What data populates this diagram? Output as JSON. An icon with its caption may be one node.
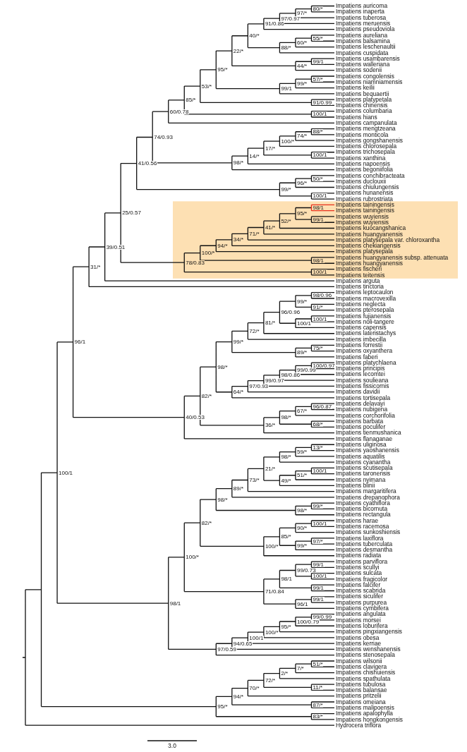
{
  "diagram": {
    "labels": [
      "Impatiens auricoma",
      "Impatiens inaperta",
      "Impatiens tuberosa",
      "Impatiens meruensis",
      "Impatiens pseudoviola",
      "Impatiens aureliana",
      "Impatiens balsamina",
      "Impatiens leschenaultii",
      "Impatiens cuspidata",
      "Impatiens usambarensis",
      "Impatiens walleriana",
      "Impatiens sodenii",
      "Impatiens congolensis",
      "Impatiens niamniamensis",
      "Impatiens keilii",
      "Impatiens bequaertii",
      "Impatiens platypetala",
      "Impatiens chinensis",
      "Impatiens columbaria",
      "Impatiens hians",
      "Impatiens campanulata",
      "Impatiens mengtzeana",
      "Impatiens monticola",
      "Impatiens gongshanensis",
      "Impatiens chlorosepala",
      "Impatiens trichosepala",
      "Impatiens xanthina",
      "Impatiens napoensis",
      "Impatiens begoniifolia",
      "Impatiens conchibracteata",
      "Impatiens duclouxii",
      "Impatiens chiulungensis",
      "Impatiens hunanensis",
      "Impatiens rubrostriata",
      "Impatiens tainingensis",
      "Impatiens tainingensis",
      "Impatiens wuyiensis",
      "Impatiens wuyiensis",
      "Impatiens kuocangshanica",
      "Impatiens huangyanensis",
      "Impatiens platysepala var. chloroxantha",
      "Impatiens chekiangensis",
      "Impatiens platysepala",
      "Impatiens huangyanensis subsp. attenuata",
      "Impatiens huangyanensis",
      "Impatiens fischeri",
      "Impatiens teitensis",
      "Impatiens arguta",
      "Impatiens tinctoria",
      "Impatiens leptocaulon",
      "Impatiens macrovexilla",
      "Impatiens neglecta",
      "Impatiens pterosepala",
      "Impatiens fujianensis",
      "Impatiens noli-tangere",
      "Impatiens capensis",
      "Impatiens lateristachys",
      "Impatiens imbecilla",
      "Impatiens forrestii",
      "Impatiens oxyanthera",
      "Impatiens faberi",
      "Impatiens platychlaena",
      "Impatiens principis",
      "Impatiens lecomtei",
      "Impatiens soulieana",
      "Impatiens fissicornis",
      "Impatiens davidii",
      "Impatiens tortisepala",
      "Impatiens delavayi",
      "Impatiens nubigena",
      "Impatiens corchorifolia",
      "Impatiens barbata",
      "Impatiens poculifer",
      "Impatiens tienmushanica",
      "Impatiens flanaganae",
      "Impatiens uliginosa",
      "Impatiens yaoshanensis",
      "Impatiens aquatilis",
      "Impatiens cyanantha",
      "Impatiens scutisepala",
      "Impatiens taronensis",
      "Impatiens nyimana",
      "Impatiens blinii",
      "Impatiens margaritifera",
      "Impatiens drepanophora",
      "Impatiens cyathiflora",
      "Impatiens bicornuta",
      "Impatiens rectangula",
      "Impatiens harae",
      "Impatiens racemosa",
      "Impatiens sunkoshiensis",
      "Impatiens laxiflora",
      "Impatiens tuberculata",
      "Impatiens desmantha",
      "Impatiens radiata",
      "Impatiens parviflora",
      "Impatiens scullyi",
      "Impatiens sulcata",
      "Impatiens fragicolor",
      "Impatiens falcifer",
      "Impatiens scabrida",
      "Impatiens siculifer",
      "Impatiens purpurea",
      "Impatiens cymbifera",
      "Impatiens angulata",
      "Impatiens morsei",
      "Impatiens loburifera",
      "Impatiens pingxiangensis",
      "Impatiens obesa",
      "Impatiens kerriae",
      "Impatiens wenshanensis",
      "Impatiens stenosepala",
      "Impatiens wilsonii",
      "Impatiens clavigera",
      "Impatiens chishuiensis",
      "Impatiens spathulata",
      "Impatiens tubulosa",
      "Impatiens balansae",
      "Impatiens pritzelii",
      "Impatiens omeiana",
      "Impatiens malipoensis",
      "Impatiens apalophylla",
      "Impatiens hongkongensis",
      "Hydrocera triflora",
      "80/*",
      "97/*",
      "97/0.97",
      "91/0.86",
      "55/*",
      "60/*",
      "88/*",
      "40/*",
      "99/1",
      "44/*",
      "22/*",
      "57/*",
      "99/*",
      "99/1",
      "95/*",
      "91/0.99",
      "53/*",
      "100/1",
      "85/*",
      "60/0.78",
      "88/*",
      "74/*",
      "100/*",
      "100/1",
      "17/*",
      "14/*",
      "98/*",
      "74/0.93",
      "50/*",
      "96/*",
      "100/1",
      "99/*",
      "41/0.56",
      "98/1",
      "99/1",
      "95/*",
      "52/*",
      "41/*",
      "71/*",
      "34/*",
      "94/*",
      "98/1",
      "100/*",
      "100/1",
      "78/0.83",
      "25/0.57",
      "39/0.51",
      "31/*",
      "98/0.96",
      "91/*",
      "99/*",
      "100/1",
      "100/1",
      "96/0.96",
      "81/*",
      "72/*",
      "75/*",
      "89/*",
      "99/*",
      "100/0.97",
      "99/0.99",
      "98/0.86",
      "99/0.97",
      "97/0.93",
      "64/*",
      "98/*",
      "96/0.87",
      "67/*",
      "68/*",
      "98/*",
      "36/*",
      "82/*",
      "40/0.53",
      "96/1",
      "13/*",
      "59/*",
      "98/*",
      "100/1",
      "51/*",
      "49/*",
      "21/*",
      "73/*",
      "89/*",
      "99/*",
      "98/*",
      "98/*",
      "100/1",
      "90/*",
      "97/*",
      "99/*",
      "85/*",
      "100/*",
      "82/*",
      "99/1",
      "100/1",
      "99/0.73",
      "99/1",
      "98/1",
      "99/1",
      "96/1",
      "71/0.84",
      "100/*",
      "99/0.99",
      "100/0.79",
      "95/*",
      "100/*",
      "100/1",
      "94/0.65",
      "97/0.59",
      "98/1",
      "100/1",
      "51/*",
      "7/*",
      "2/*",
      "11/*",
      "72/*",
      "70/*",
      "87/*",
      "94/*",
      "83/*",
      "95/*",
      "3.0"
    ]
  }
}
